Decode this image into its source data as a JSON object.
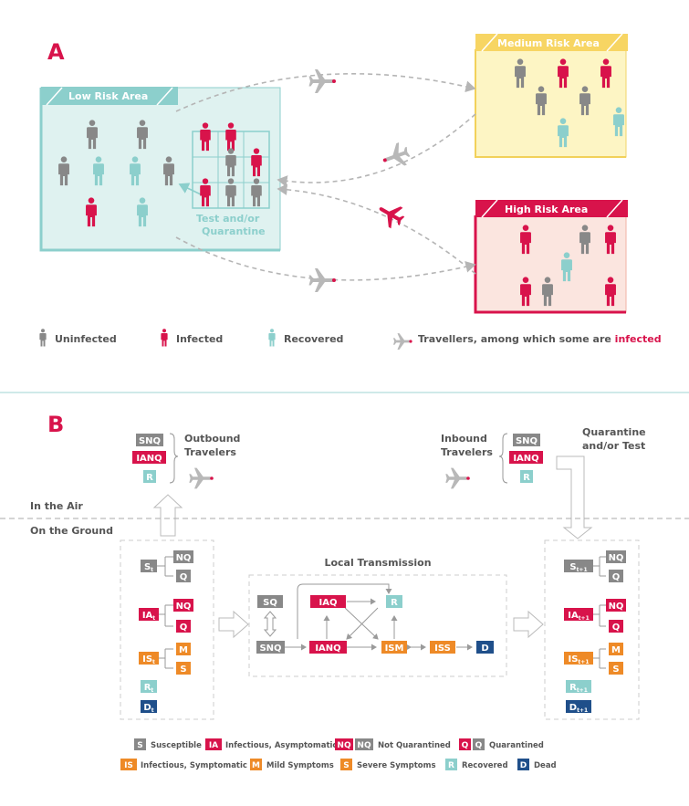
{
  "panelA": {
    "letter": "A",
    "areas": {
      "low": "Low Risk Area",
      "medium": "Medium Risk Area",
      "high": "High Risk Area"
    },
    "test_label_1": "Test and/or",
    "test_label_2": "Quarantine",
    "legend": {
      "uninfected": "Uninfected",
      "infected": "Infected",
      "recovered": "Recovered",
      "travellers": "Travellers, among which some are ",
      "travellers_emph": "infected"
    }
  },
  "panelB": {
    "letter": "B",
    "outbound_1": "Outbound",
    "outbound_2": "Travelers",
    "inbound_1": "Inbound",
    "inbound_2": "Travelers",
    "quarantine_1": "Quarantine",
    "quarantine_2": "and/or Test",
    "in_air": "In the Air",
    "on_ground": "On the Ground",
    "local_transmission": "Local Transmission",
    "travel_states": [
      "SNQ",
      "IANQ",
      "R"
    ],
    "boxes": {
      "SQ": "SQ",
      "SNQ": "SNQ",
      "IAQ": "IAQ",
      "IANQ": "IANQ",
      "R": "R",
      "ISM": "ISM",
      "ISS": "ISS",
      "D": "D",
      "NQ": "NQ",
      "Q": "Q",
      "M": "M",
      "S": "S"
    },
    "left_states": {
      "S": "S",
      "IA": "IA",
      "IS": "IS",
      "R": "R",
      "D": "D",
      "sub": "t"
    },
    "right_states": {
      "S": "S",
      "IA": "IA",
      "IS": "IS",
      "R": "R",
      "D": "D",
      "sub": "t+1"
    },
    "legend": {
      "s_key": "S",
      "s_text": "Susceptible",
      "ia_key": "IA",
      "ia_text": "Infectious, Asymptomatic",
      "nq_key": "NQ",
      "nq_text": "Not Quarantined",
      "q_key": "Q",
      "q_text": "Quarantined",
      "is_key": "IS",
      "is_text": "Infectious, Symptomatic",
      "m_key": "M",
      "m_text": "Mild Symptoms",
      "sev_key": "S",
      "sev_text": "Severe Symptoms",
      "r_key": "R",
      "r_text": "Recovered",
      "d_key": "D",
      "d_text": "Dead"
    }
  },
  "colors": {
    "grey": "#888888",
    "red": "#d8134b",
    "teal": "#8ccfcc",
    "orange": "#ee8a27",
    "navy": "#1f4f8a",
    "low_bg": "#dff2f0",
    "medium_bg": "#fdf5c4",
    "medium_tab": "#f7d563",
    "high_bg": "#fbe5df"
  }
}
